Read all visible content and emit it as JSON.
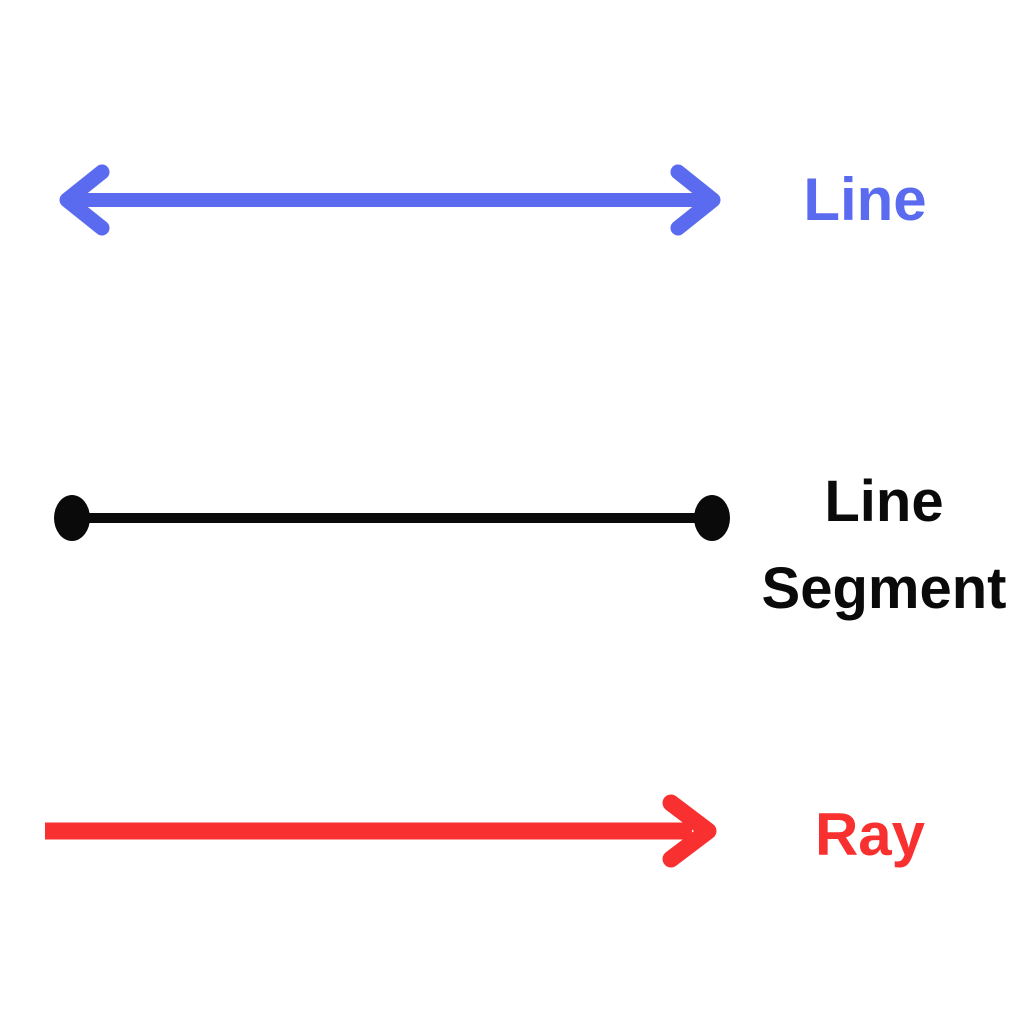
{
  "background": "#ffffff",
  "rows": [
    {
      "label": "Line",
      "color": "#5A6BF0",
      "graphic": "double-arrow-icon"
    },
    {
      "label": "Line Segment",
      "color": "#0a0a0a",
      "graphic": "segment-with-endpoints-icon"
    },
    {
      "label": "Ray",
      "color": "#F93030",
      "graphic": "arrow-right-icon"
    }
  ]
}
